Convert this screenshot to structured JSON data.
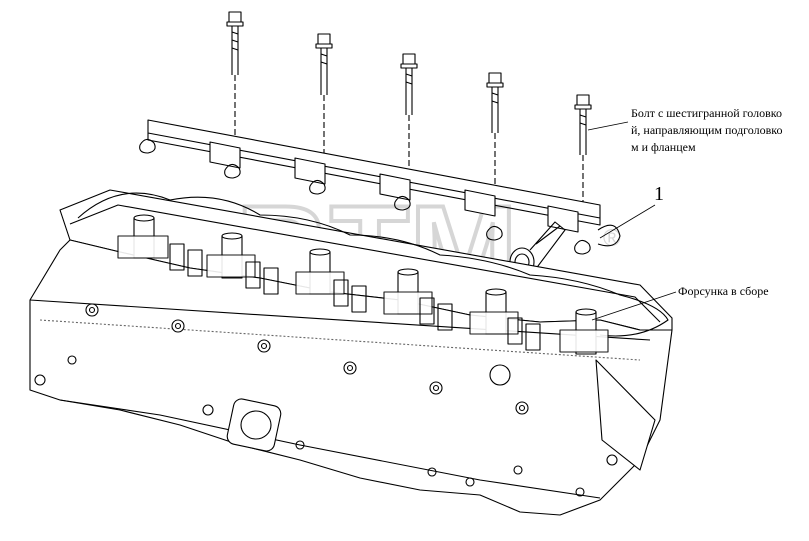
{
  "watermark": {
    "text": "BTM",
    "registered_mark": "®",
    "color": "#bdbdbd"
  },
  "labels": {
    "bolt_line1": "Болт с шестигранной головко",
    "bolt_line2": "й, направляющим подголовко",
    "bolt_line3": "м и фланцем",
    "callout_number": "1",
    "injector_label": "Форсунка в сборе"
  },
  "colors": {
    "line": "#000000",
    "background": "#ffffff"
  }
}
